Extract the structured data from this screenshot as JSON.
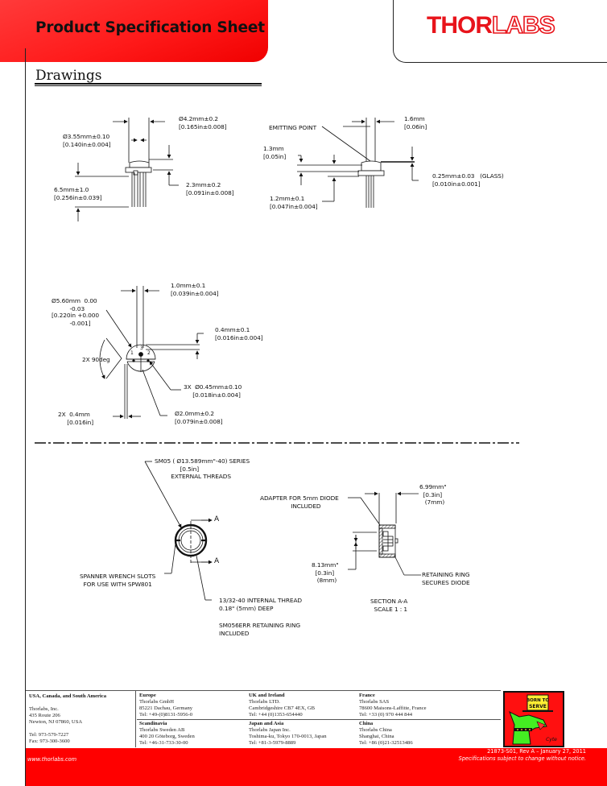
{
  "header": {
    "title": "Product Specification Sheet",
    "logo": {
      "part1": "THOR",
      "part2": "LABS"
    },
    "brand_color": "#e8141b"
  },
  "section": {
    "title": "Drawings"
  },
  "drawings": {
    "side_view": {
      "dims": [
        "Ø4.2mm±0.2\n[0.165in±0.008]",
        "Ø3.55mm±0.10\n[0.140in±0.004]",
        "6.5mm±1.0\n[0.256in±0.039]",
        "2.3mm±0.2\n[0.091in±0.008]"
      ]
    },
    "emitter_view": {
      "emitting_point": "EMITTING POINT",
      "dims": [
        "1.6mm\n[0.06in]",
        "1.3mm\n[0.05in]",
        "1.2mm±0.1\n[0.047in±0.004]",
        "0.25mm±0.03   (GLASS)\n[0.010in±0.001]"
      ]
    },
    "bottom_view": {
      "dims": [
        "1.0mm±0.1\n[0.039in±0.004]",
        "Ø5.60mm  0.00\n          -0.03",
        "[0.220in +0.000\n          -0.001]",
        "0.4mm±0.1\n[0.016in±0.004]",
        "2X 90deg",
        "3X  Ø0.45mm±0.10\n     [0.018in±0.004]",
        "Ø2.0mm±0.2\n[0.079in±0.008]",
        "2X  0.4mm\n     [0.016in]"
      ],
      "pins": [
        "1",
        "2",
        "3"
      ]
    },
    "adapter_view": {
      "labels": [
        "SM05 ( Ø13.589mm\"-40) SERIES\n              [0.5in]\n         EXTERNAL THREADS",
        "SPANNER WRENCH SLOTS\n  FOR USE WITH SPW801",
        "13/32-40 INTERNAL THREAD\n0.18\" (5mm) DEEP",
        "SM056ERR RETAINING RING\nINCLUDED"
      ],
      "section_marks": [
        "A",
        "A"
      ]
    },
    "section_view": {
      "labels": [
        "ADAPTER FOR 5mm DIODE\n                 INCLUDED",
        "6.99mm\"\n  [0.3in]\n   (7mm)",
        "8.13mm\"\n  [0.3in]\n   (8mm)",
        "RETAINING RING\nSECURES DIODE",
        "SECTION A-A\n  SCALE 1 : 1"
      ]
    }
  },
  "footer": {
    "offices": [
      {
        "region": "USA, Canada, and South America",
        "lines": [
          "",
          "Thorlabs, Inc.",
          "435 Route 206",
          "Newton, NJ 07860, USA",
          "",
          "Tel: 973-579-7227",
          "Fax: 973-300-3600"
        ]
      },
      {
        "region": "Europe",
        "lines": [
          "Thorlabs GmbH",
          "85221 Dachau, Germany",
          "Tel: +49-(0)8131-5956-0"
        ]
      },
      {
        "region": "Scandinavia",
        "lines": [
          "Thorlabs Sweden AB",
          "400 20 Göteborg, Sweden",
          "Tel: +46-31-733-30-00"
        ]
      },
      {
        "region": "UK and Ireland",
        "lines": [
          "Thorlabs LTD.",
          "Cambridgeshire CB7 4EX, GB",
          "Tel: +44 (0)1353-654440"
        ]
      },
      {
        "region": "Japan and Asia",
        "lines": [
          "Thorlabs Japan Inc.",
          "Toshima-ku, Tokyo 170-0013, Japan",
          "Tel: +81-3-5979-8889"
        ]
      },
      {
        "region": "France",
        "lines": [
          "Thorlabs SAS",
          "78600 Maisons-Laffitte, France",
          "Tel: +33 (0) 970 444 844"
        ]
      },
      {
        "region": "China",
        "lines": [
          "Thorlabs China",
          "Shanghai, China",
          "Tel: +86 (0)21-32513486"
        ]
      }
    ],
    "website": "www.thorlabs.com",
    "doc_number": "21873-S01, Rev A – January 27, 2011",
    "disclaimer": "Specifications subject to change without notice.",
    "mascot": {
      "sign_line1": "BORN TO",
      "sign_line2": "SERVE",
      "signature": "Cyte"
    },
    "footer_color": "#ff0000"
  }
}
